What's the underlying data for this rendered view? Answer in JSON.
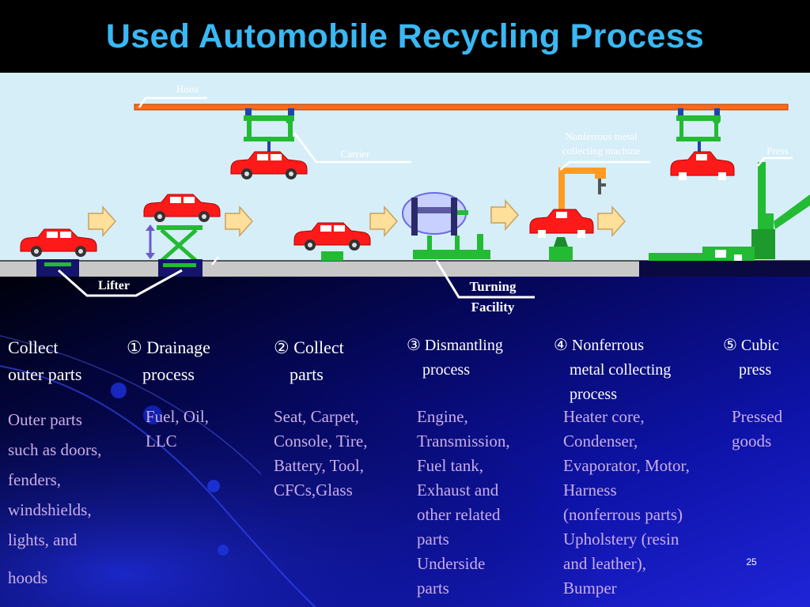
{
  "title": "Used Automobile Recycling Process",
  "labels": {
    "hoist": "Hoist",
    "carrier": "Carrier",
    "nonferrous_machine_line1": "Nonferrous metal",
    "nonferrous_machine_line2": "collecting machine",
    "press": "Press",
    "lifter": "Lifter",
    "turning_line1": "Turning",
    "turning_line2": "Facility"
  },
  "steps": [
    {
      "line1": "Collect",
      "line2": "outer parts",
      "line3": ""
    },
    {
      "line1": "① Drainage",
      "line2": "process",
      "line3": ""
    },
    {
      "line1": "② Collect",
      "line2": "parts",
      "line3": ""
    },
    {
      "line1": "③ Dismantling",
      "line2": "process",
      "line3": ""
    },
    {
      "line1": "④ Nonferrous",
      "line2": "metal collecting",
      "line3": "process"
    },
    {
      "line1": "⑤ Cubic",
      "line2": "press",
      "line3": ""
    }
  ],
  "descriptions": [
    [
      "Outer parts",
      "such as doors,",
      "fenders,",
      "windshields,",
      "lights, and",
      "hoods"
    ],
    [
      "Fuel, Oil,",
      "LLC"
    ],
    [
      "Seat, Carpet,",
      "Console, Tire,",
      "Battery, Tool,",
      "CFCs,Glass"
    ],
    [
      "Engine,",
      "Transmission,",
      "Fuel tank,",
      "Exhaust and",
      "other related",
      "parts",
      "Underside",
      "parts"
    ],
    [
      "Heater core,",
      "Condenser,",
      "Evaporator, Motor,",
      "Harness",
      "(nonferrous parts)",
      "Upholstery (resin",
      "and leather),",
      "Bumper"
    ],
    [
      "Pressed",
      "goods"
    ]
  ],
  "page_number": "25",
  "colors": {
    "title": "#39b8f4",
    "background_dark": "#000000",
    "background_blue": "#1a1fb0",
    "panel": "#d6eef8",
    "car_body": "#ff1a1a",
    "machine_green": "#22bb33",
    "rail_orange": "#ff6a1a",
    "arrow_fill": "#ffe09a",
    "description_text": "#c9aee6"
  }
}
